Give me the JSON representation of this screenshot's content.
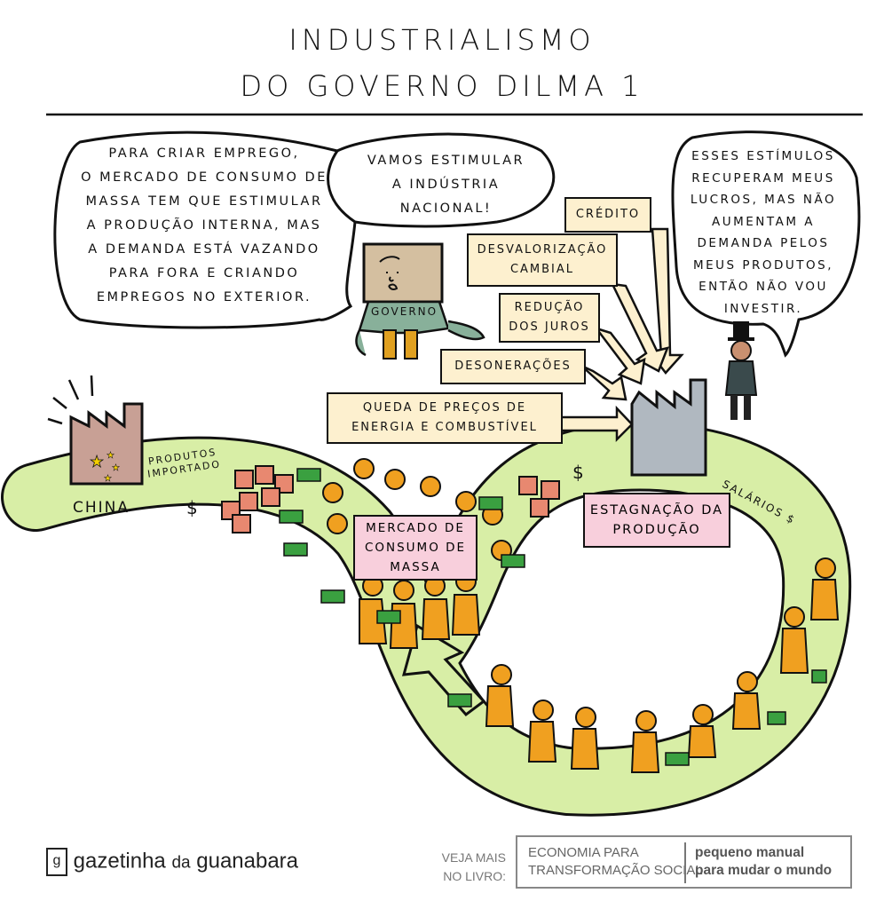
{
  "title": {
    "line1": "INDUSTRIALISMO",
    "line2": "DO GOVERNO DILMA 1"
  },
  "bubbles": {
    "left": "PARA CRIAR EMPREGO,\nO MERCADO DE CONSUMO DE\nMASSA TEM QUE ESTIMULAR\nA PRODUÇÃO INTERNA, MAS\nA DEMANDA ESTÁ VAZANDO\nPARA FORA E CRIANDO\nEMPREGOS NO EXTERIOR.",
    "government": "VAMOS ESTIMULAR\nA INDÚSTRIA\nNACIONAL!",
    "capitalist": "ESSES ESTÍMULOS\nRECUPERAM MEUS\nLUCROS, MAS NÃO\nAUMENTAM A\nDEMANDA PELOS\nMEUS PRODUTOS,\nENTÃO NÃO VOU\nINVESTIR."
  },
  "characters": {
    "government_label": "GOVERNO"
  },
  "policies": [
    "CRÉDITO",
    "DESVALORIZAÇÃO\nCAMBIAL",
    "REDUÇÃO\nDOS JUROS",
    "DESONERAÇÕES",
    "QUEDA DE PREÇOS DE\nENERGIA E COMBUSTÍVEL"
  ],
  "flow": {
    "china": "CHINA",
    "imported": "PRODUTOS\nIMPORTADO",
    "dollar": "$",
    "market": "MERCADO DE\nCONSUMO DE\nMASSA",
    "stagnation": "ESTAGNAÇÃO DA\nPRODUÇÃO",
    "wages": "SALÁRIOS $"
  },
  "colors": {
    "road": "#d8eea6",
    "box": "#fdf0cf",
    "pink": "#f8cfdc",
    "people": "#f0a020",
    "factory": "#b0b8c0",
    "china_factory": "#c8a095"
  },
  "footer": {
    "brand": "gazetinha",
    "brand_da": "da",
    "brand_end": "guanabara",
    "veja": "VEJA MAIS\nNO LIVRO:",
    "book_left": "ECONOMIA PARA\nTRANSFORMAÇÃO SOCIAL",
    "book_right": "pequeno manual\npara mudar o mundo"
  }
}
